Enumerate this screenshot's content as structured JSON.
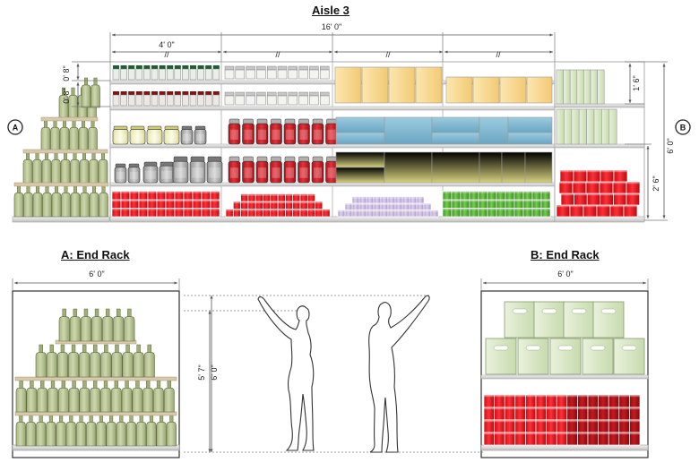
{
  "title": "Aisle 3",
  "aisle": {
    "total_width": "16' 0\"",
    "bay_width": "4' 0\"",
    "bay_break_mark": "//",
    "shelf_height_a": "0' 8\"",
    "shelf_height_b": "0' 8\"",
    "upper_height": "1' 6\"",
    "lower_height": "2' 6\"",
    "total_height": "6' 0\""
  },
  "markers": {
    "a": "A",
    "b": "B"
  },
  "end_rack_a": {
    "title": "A: End Rack",
    "width": "6' 0\""
  },
  "end_rack_b": {
    "title": "B: End Rack",
    "width": "6' 0\""
  },
  "people": {
    "height_woman": "5' 7\"",
    "height_man": "6' 0\""
  },
  "colors": {
    "bottle": "#b5c193",
    "tray": "#d8c9ad",
    "shelf_edge": "#c9c9c9",
    "jar_red": "#cf1e24",
    "can_red": "#e8131b",
    "can_green": "#53ad35",
    "can_lavender": "#c6b3e0",
    "box_yellow": "#f9dc8e",
    "box_blue": "#80b9d1",
    "box_khaki": "#e3df98",
    "box_mint": "#d8e6c3"
  }
}
